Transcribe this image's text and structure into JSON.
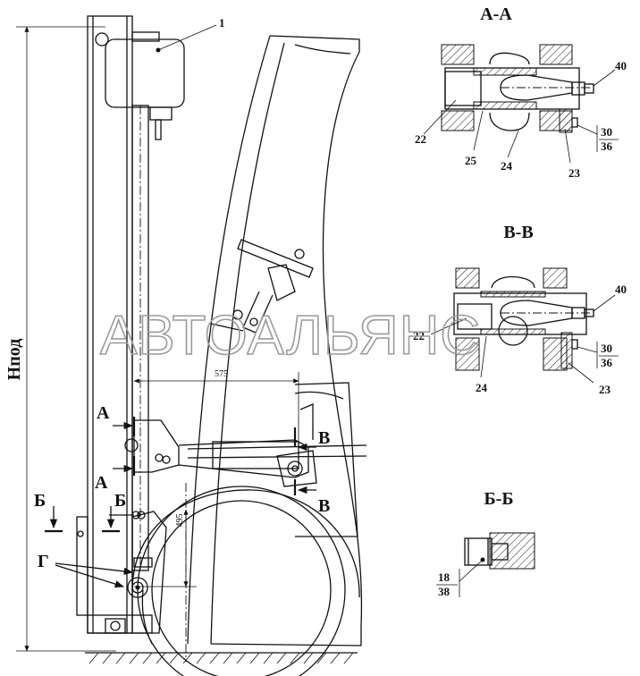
{
  "callouts": {
    "part_1": "1",
    "part_40_a": "40",
    "part_22_a": "22",
    "part_25": "25",
    "part_24_a": "24",
    "part_23_a": "23",
    "part_30_a": "30",
    "part_36_a": "36",
    "part_40_b": "40",
    "part_22_b": "22",
    "part_24_b": "24",
    "part_23_b": "23",
    "part_30_b": "30",
    "part_36_b": "36",
    "part_18": "18",
    "part_38": "38"
  },
  "sections": {
    "aa_title": "А-А",
    "vv_title": "В-В",
    "bb_title": "Б-Б"
  },
  "markers": {
    "a_top": "А",
    "a_bottom": "А",
    "b_left": "Б",
    "b_right": "Б",
    "v_top": "В",
    "v_bottom": "В",
    "g": "Г"
  },
  "dimensions": {
    "height_label": "Нпод",
    "horizontal": "575",
    "vertical": "495"
  },
  "watermark": "АВТОАЛЬЯНС"
}
